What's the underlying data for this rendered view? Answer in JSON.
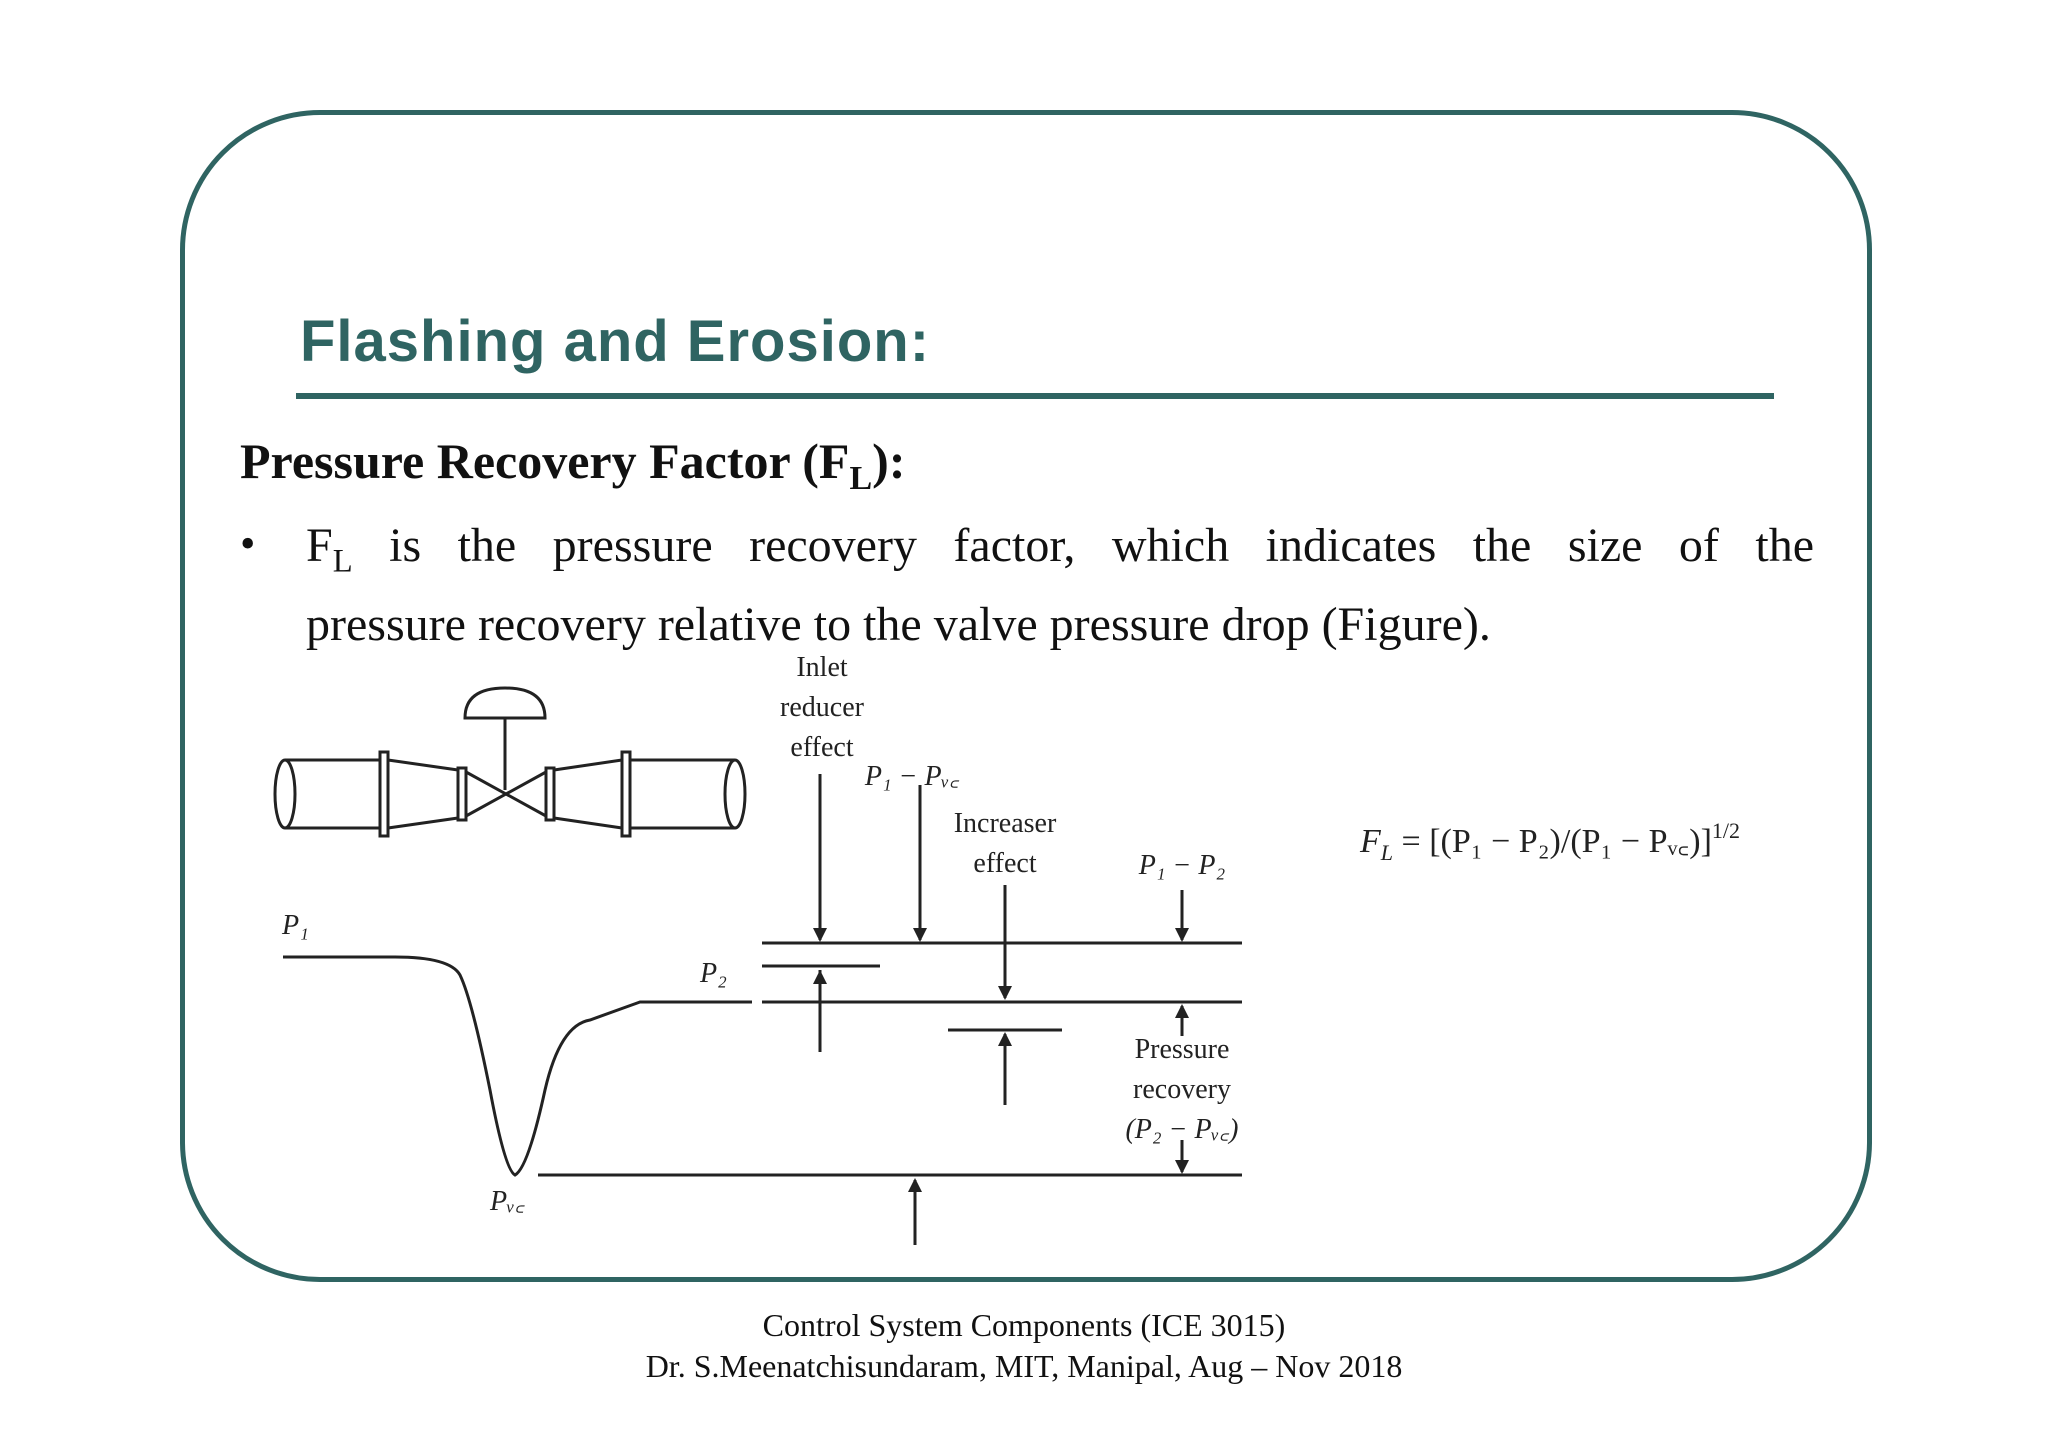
{
  "slide": {
    "title": "Flashing and Erosion:",
    "heading_prefix": "Pressure Recovery Factor (F",
    "heading_sub": "L",
    "heading_suffix": "):",
    "bullet_symbol": "•",
    "bullet_line1_prefix": "F",
    "bullet_line1_sub": "L",
    "bullet_line1_rest": " is the pressure recovery factor, which indicates the size of the",
    "bullet_line2": "pressure recovery relative to the valve pressure drop (Figure)."
  },
  "figure": {
    "label_inlet_1": "Inlet",
    "label_inlet_2": "reducer",
    "label_inlet_3": "effect",
    "label_p1_pvc": "P₁ − Pᵥ꜀",
    "label_increaser_1": "Increaser",
    "label_increaser_2": "effect",
    "label_p1_p2": "P₁ − P₂",
    "label_p1": "P₁",
    "label_p2": "P₂",
    "label_pvc": "Pᵥ꜀",
    "label_recovery_1": "Pressure",
    "label_recovery_2": "recovery",
    "label_recovery_3": "(P₂ − Pᵥ꜀)",
    "formula": "F_L = [(P₁ − P₂)/(P₁ − Pᵥ꜀)]^1/2",
    "formula_lhs": "F",
    "formula_lhs_sub": "L",
    "formula_body": " = [(P₁ − P₂)/(P₁ − Pᵥ꜀)]",
    "formula_exp": "1/2"
  },
  "footer": {
    "line1": "Control System Components (ICE 3015)",
    "line2": "Dr. S.Meenatchisundaram, MIT, Manipal, Aug – Nov 2018"
  },
  "colors": {
    "accent": "#2f6462",
    "text": "#111111"
  }
}
